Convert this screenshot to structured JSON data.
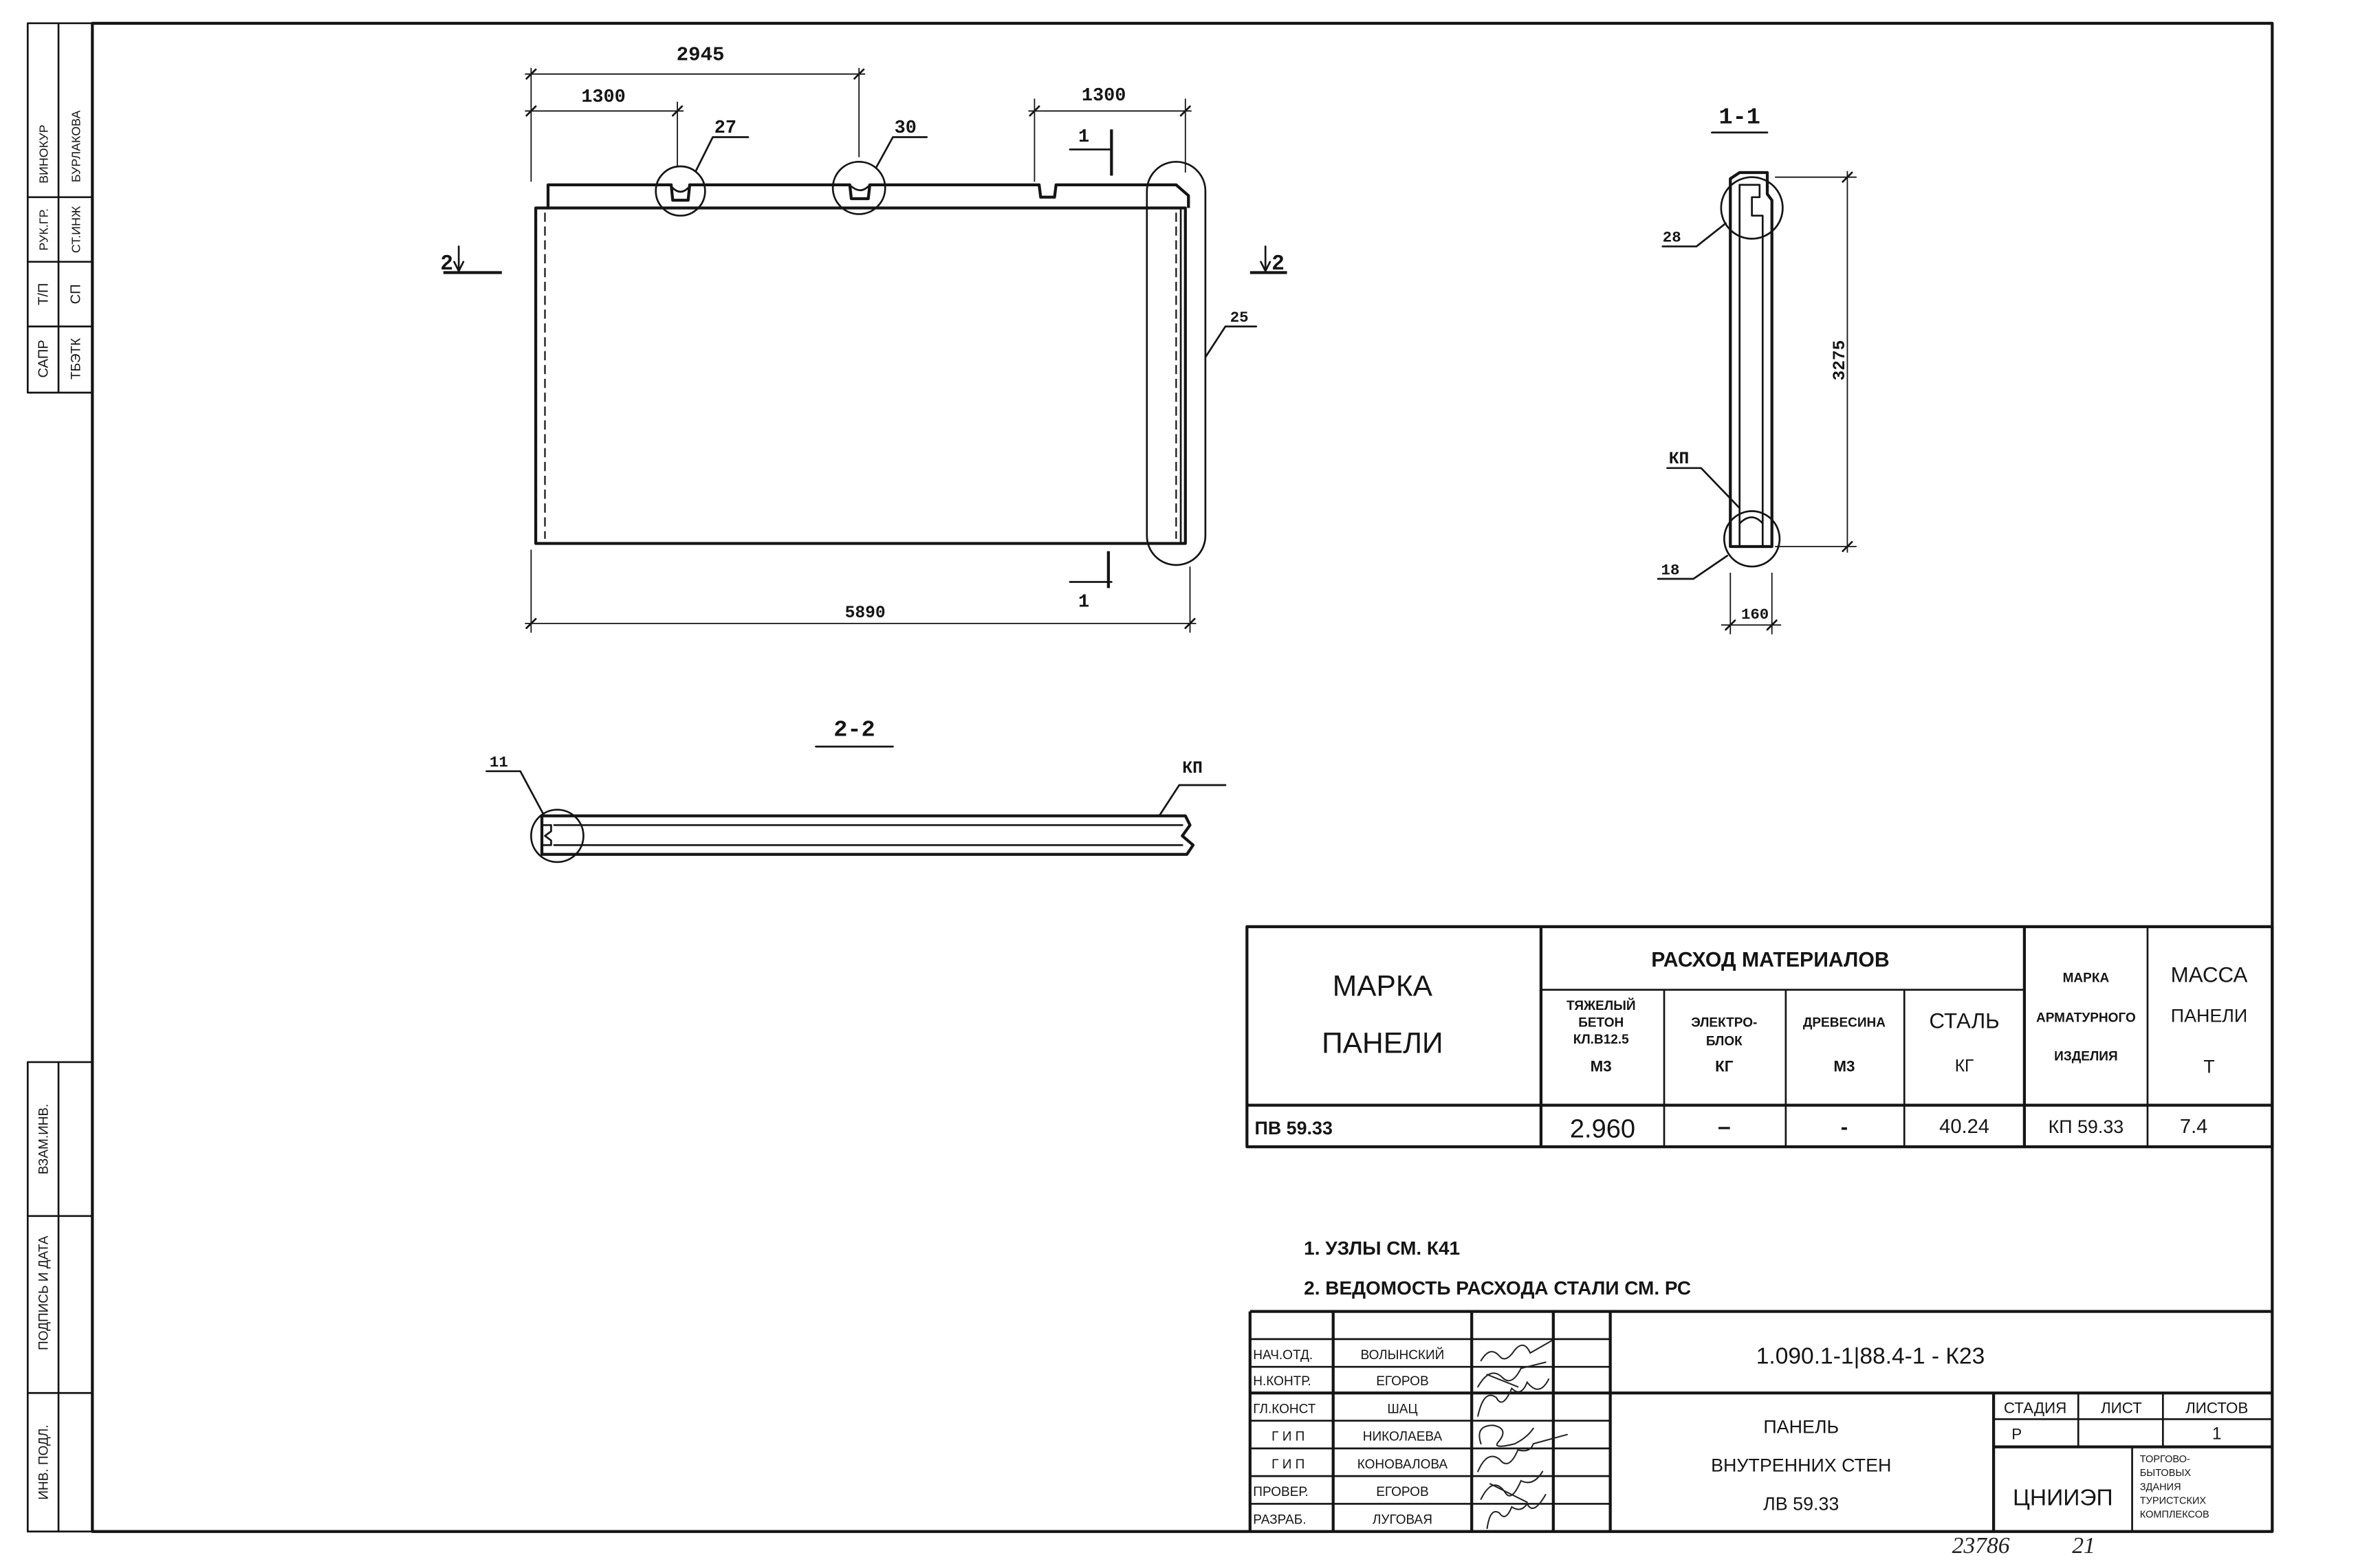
{
  "sheet_stamp_top": {
    "col1": [
      "САПР",
      "Т/П",
      "РУК.ГР.",
      "ВИНОКУР"
    ],
    "col2": [
      "ТБЭТК",
      "СП",
      "СТ.ИНЖ",
      "БУРЛАКОВА"
    ]
  },
  "sheet_stamp_bottom": [
    "ВЗАМ.ИНВ.",
    "ПОДПИСЬ И ДАТА",
    "ИНВ. ПОДЛ."
  ],
  "elevation": {
    "dim_overall": "5890",
    "dim_half": "2945",
    "dim_left": "1300",
    "dim_right": "1300",
    "section_1_mark": "1",
    "section_2_mark": "2",
    "callouts": [
      "27",
      "30",
      "25"
    ]
  },
  "section_1_1": {
    "title": "1-1",
    "dim_height": "3275",
    "dim_thickness": "160",
    "callouts": [
      "28",
      "КП",
      "18"
    ]
  },
  "section_2_2": {
    "title": "2-2",
    "callouts": [
      "11",
      "КП"
    ]
  },
  "materials_table": {
    "mark_header": [
      "МАРКА",
      "ПАНЕЛИ"
    ],
    "group_header": "РАСХОД МАТЕРИАЛОВ",
    "columns": [
      {
        "lines": [
          "ТЯЖЕЛЫЙ",
          "БЕТОН",
          "КЛ.В12.5",
          "М3"
        ]
      },
      {
        "lines": [
          "ЭЛЕКТРО-",
          "БЛОК",
          "КГ"
        ]
      },
      {
        "lines": [
          "ДРЕВЕСИНА",
          "М3"
        ]
      },
      {
        "lines": [
          "СТАЛЬ",
          "КГ"
        ]
      }
    ],
    "rebar_header": [
      "МАРКА",
      "АРМАТУРНОГО",
      "ИЗДЕЛИЯ"
    ],
    "mass_header": [
      "МАССА",
      "ПАНЕЛИ",
      "Т"
    ],
    "row": {
      "mark": "ПВ 59.33",
      "concrete": "2.960",
      "electro_block": "–",
      "timber": "-",
      "steel": "40.24",
      "rebar_mark": "КП 59.33",
      "mass": "7.4"
    }
  },
  "notes": [
    "1. УЗЛЫ СМ. К41",
    "2. ВЕДОМОСТЬ РАСХОДА СТАЛИ СМ. РС"
  ],
  "title_block": {
    "signatures": [
      {
        "role": "НАЧ.ОТД.",
        "name": "ВОЛЫНСКИЙ"
      },
      {
        "role": "Н.КОНТР.",
        "name": "ЕГОРОВ"
      },
      {
        "role": "ГЛ.КОНСТ",
        "name": "ШАЦ"
      },
      {
        "role": "Г И П",
        "name": "НИКОЛАЕВА"
      },
      {
        "role": "Г И П",
        "name": "КОНОВАЛОВА"
      },
      {
        "role": "ПРОВЕР.",
        "name": "ЕГОРОВ"
      },
      {
        "role": "РАЗРАБ.",
        "name": "ЛУГОВАЯ"
      }
    ],
    "designation": "1.090.1-1|88.4-1 - К23",
    "title_lines": [
      "ПАНЕЛЬ",
      "ВНУТРЕННИХ СТЕН",
      "ЛВ 59.33"
    ],
    "stage_label": "СТАДИЯ",
    "sheet_label": "ЛИСТ",
    "sheets_label": "ЛИСТОВ",
    "stage": "Р",
    "sheets": "1",
    "organization": "ЦНИИЭП",
    "organization_subtitle": [
      "ТОРГОВО-",
      "БЫТОВЫХ",
      "ЗДАНИЯ",
      "ТУРИСТСКИХ",
      "КОМПЛЕКСОВ"
    ]
  },
  "footer": {
    "inventory_number": "23786",
    "page_number": "21"
  }
}
